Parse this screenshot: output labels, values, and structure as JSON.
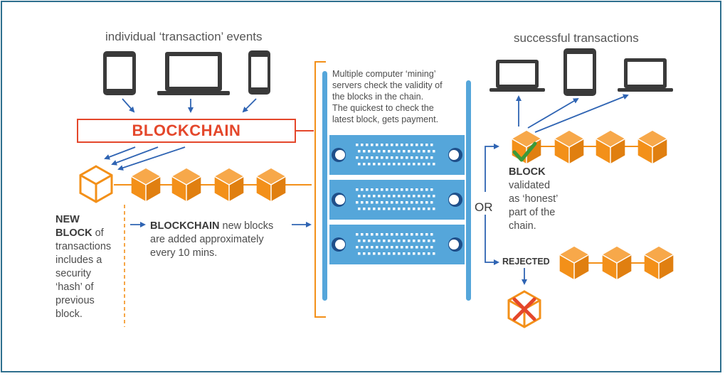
{
  "left": {
    "header": "individual ‘transaction’ events",
    "blockchain_label": "BLOCKCHAIN",
    "new_block_bold": "NEW BLOCK",
    "new_block_lines": [
      "of",
      "transactions",
      "includes a",
      "security",
      "‘hash’ of",
      "previous",
      "block."
    ],
    "blockchain_note_bold": "BLOCKCHAIN",
    "blockchain_note_rest": "new blocks",
    "blockchain_note_lines": [
      "are added approximately",
      "every 10 mins."
    ]
  },
  "middle": {
    "lines": [
      "Multiple computer ‘mining’",
      "servers check the validity of",
      "the blocks in the chain.",
      "The quickest to check the",
      "latest block, gets payment."
    ],
    "or_label": "OR"
  },
  "right": {
    "header": "successful transactions",
    "block_bold": "BLOCK",
    "block_lines": [
      "validated",
      "as ‘honest’",
      "part of the",
      "chain."
    ],
    "rejected_label": "REJECTED"
  },
  "colors": {
    "orange": "#f39019",
    "red": "#e4472b",
    "blue": "#2f64b3",
    "light_blue": "#55a6da",
    "device": "#3a3a3a",
    "frame": "#2e6f8e",
    "check": "#3a9a3a"
  },
  "icons": [
    "tablet-icon",
    "laptop-icon",
    "phone-icon",
    "server-icon",
    "block-cube-icon",
    "checkmark-icon",
    "cross-icon"
  ]
}
